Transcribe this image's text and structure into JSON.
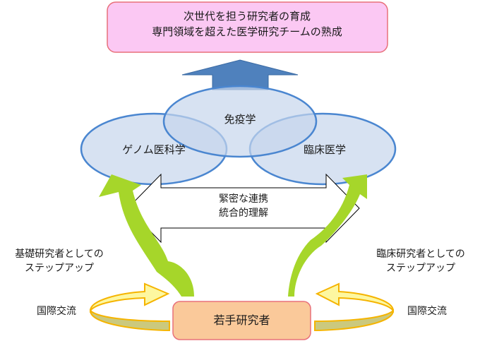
{
  "goal_box": {
    "line1": "次世代を担う研究者の育成",
    "line2": "専門領域を超えた医学研究チームの熟成"
  },
  "circles": {
    "immunology": "免疫学",
    "genome": "ゲノム医科学",
    "clinical": "臨床医学"
  },
  "collaboration_arrow": {
    "line1": "緊密な連携",
    "line2": "統合的理解"
  },
  "left_stepup": {
    "line1": "基礎研究者としての",
    "line2": "ステップアップ"
  },
  "right_stepup": {
    "line1": "臨床研究者としての",
    "line2": "ステップアップ"
  },
  "young_researchers": "若手研究者",
  "left_exchange": "国際交流",
  "right_exchange": "国際交流",
  "colors": {
    "goal_fill": "#fbc8f3",
    "goal_border": "#e8707a",
    "up_arrow": "#4f81bd",
    "circle_fill": "#c6d6ec",
    "circle_border": "#4a86d0",
    "green_arrow": "#a6d62a",
    "young_fill": "#fac99a",
    "young_border": "#e8707a",
    "exchange_top": "#fdf7a0",
    "exchange_bottom": "#cbc97e",
    "exchange_border": "#f5b400"
  }
}
